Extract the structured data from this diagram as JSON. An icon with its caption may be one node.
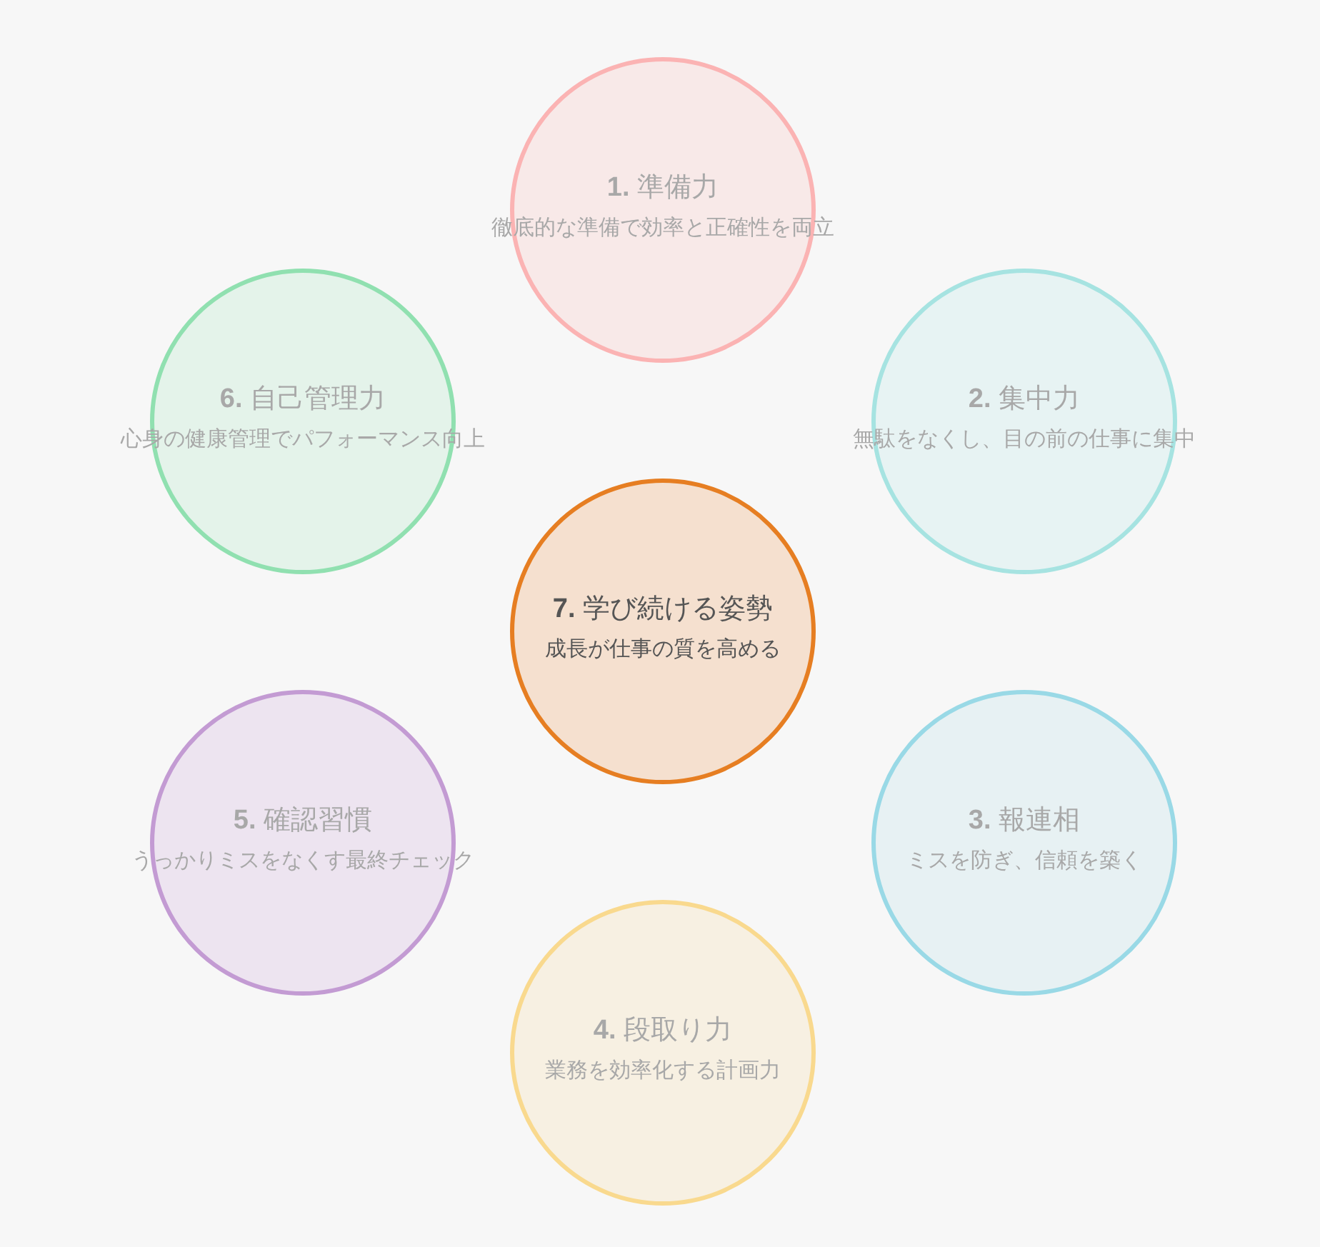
{
  "diagram": {
    "nodes": [
      {
        "text": [
          "**1.** 準備力",
          "徹底的な準備で効率と正確性を両立"
        ]
      },
      {
        "text": [
          "**6.** 自己管理力",
          "心身の健康管理でパフォーマンス向上"
        ]
      },
      {
        "text": [
          "**2.** 集中力",
          "無駄をなくし、目の前の仕事に集中"
        ]
      },
      {
        "text": [
          "**7.** 学び続ける姿勢",
          "成長が仕事の質を高める"
        ]
      },
      {
        "text": [
          "**5.** 確認習慣",
          "うっかりミスをなくす最終チェック"
        ]
      },
      {
        "text": [
          "**3.** 報連相",
          "ミスを防ぎ、信頼を築く"
        ]
      },
      {
        "text": [
          "**4.** 段取り力",
          "業務を効率化する計画力"
        ]
      }
    ]
  }
}
